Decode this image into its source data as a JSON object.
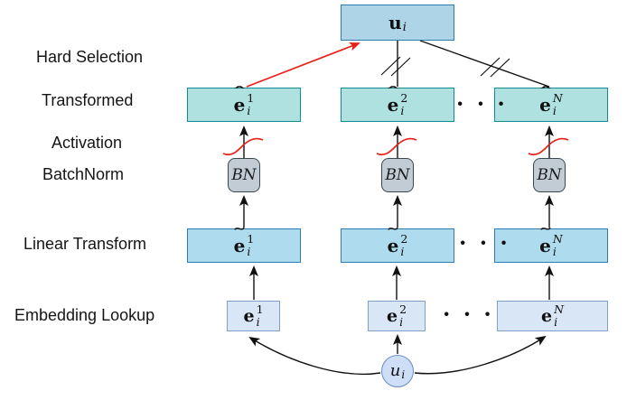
{
  "colors": {
    "red": "#e8211a",
    "top_fill": "#aed4e8",
    "top_stroke": "#2f7cab",
    "transformed_fill": "#b0e1e1",
    "transformed_stroke": "#108b90",
    "linear_fill": "#aedcee",
    "linear_stroke": "#2d7bb2",
    "embedding_fill": "#d9e6f6",
    "embedding_stroke": "#7f9fcf",
    "bn_fill": "#c2ccd4",
    "bn_stroke": "#3a474f",
    "circle_fill": "#cddef6",
    "circle_stroke": "#688cc8"
  },
  "labels": {
    "hard_selection": "Hard Selection",
    "transformed": "Transformed",
    "activation": "Activation",
    "batchnorm": "BatchNorm",
    "linear_transform": "Linear Transform",
    "embedding_lookup": "Embedding Lookup"
  },
  "output": {
    "base": "u",
    "sub": "i"
  },
  "user_node": {
    "base": "u",
    "sub": "i"
  },
  "bn_label": "BN",
  "ellipsis": "· · ·",
  "transformed_row": [
    {
      "accent": "ˆ",
      "base": "e",
      "sup": "1",
      "sub": "i"
    },
    {
      "accent": "ˆ",
      "base": "e",
      "sup": "2",
      "sub": "i"
    },
    {
      "accent": "ˆ",
      "base": "e",
      "sup": "N",
      "sub": "i"
    }
  ],
  "linear_row": [
    {
      "accent": "˜",
      "base": "e",
      "sup": "1",
      "sub": "i"
    },
    {
      "accent": "˜",
      "base": "e",
      "sup": "2",
      "sub": "i"
    },
    {
      "accent": "˜",
      "base": "e",
      "sup": "N",
      "sub": "i"
    }
  ],
  "embedding_row": [
    {
      "base": "e",
      "sup": "1",
      "sub": "i"
    },
    {
      "base": "e",
      "sup": "2",
      "sub": "i"
    },
    {
      "base": "e",
      "sup": "N",
      "sub": "i"
    }
  ]
}
